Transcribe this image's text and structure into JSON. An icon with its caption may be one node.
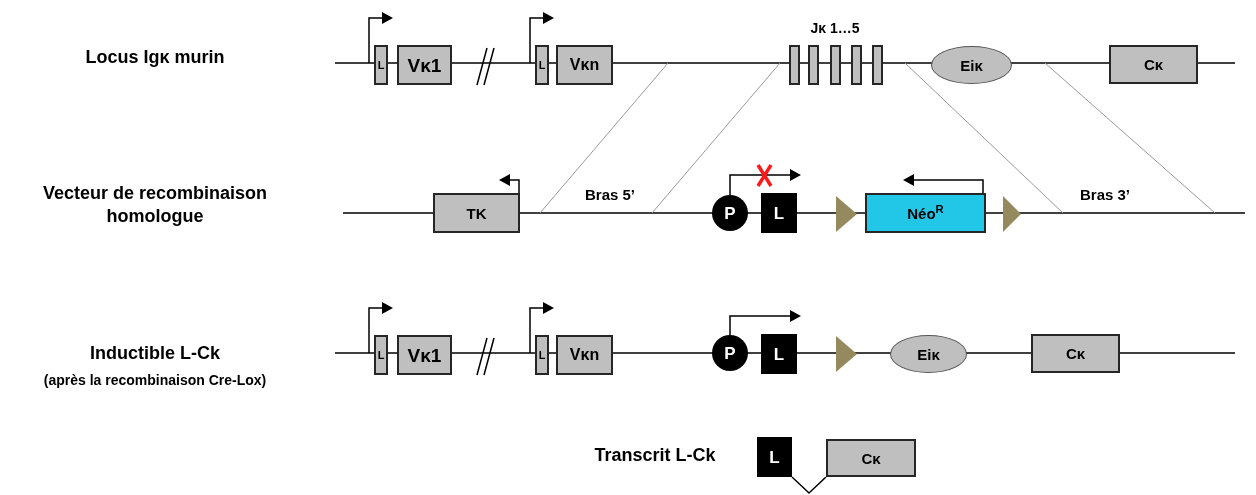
{
  "diagram": {
    "nodes": [
      {
        "text": [
          "L"
        ]
      },
      {
        "text": [
          "Vκ1"
        ]
      },
      {
        "text": [
          "L"
        ]
      },
      {
        "text": [
          "Vκn"
        ]
      },
      {
        "text": [],
        "shape": "box"
      },
      {
        "text": [],
        "shape": "box"
      },
      {
        "text": [],
        "shape": "box"
      },
      {
        "text": [],
        "shape": "box"
      },
      {
        "text": [],
        "shape": "box"
      },
      {
        "text": [
          "Eiκ"
        ]
      },
      {
        "text": [
          "Cκ"
        ]
      },
      {
        "text": [
          "TK"
        ]
      },
      {
        "text": [
          "P"
        ]
      },
      {
        "text": [
          "L"
        ]
      },
      {
        "text": [],
        "shape": "triangle"
      },
      {
        "text": [
          "Néo$^{R}$"
        ]
      },
      {
        "text": [],
        "shape": "triangle"
      },
      {
        "text": [
          "L"
        ]
      },
      {
        "text": [
          "Vκ1"
        ]
      },
      {
        "text": [
          "L"
        ]
      },
      {
        "text": [
          "Vκn"
        ]
      },
      {
        "text": [
          "P"
        ]
      },
      {
        "text": [
          "L"
        ]
      },
      {
        "text": [],
        "shape": "triangle"
      },
      {
        "text": [
          "Eiκ"
        ]
      },
      {
        "text": [
          "Cκ"
        ]
      },
      {
        "text": [
          "L"
        ]
      },
      {
        "text": [
          "Cκ"
        ]
      }
    ],
    "edges": [
      {
        "from": 26,
        "to": 27,
        "arrow": "none"
      }
    ],
    "labels": [
      "Locus Igκ murin",
      "Jκ 1…5",
      "Vecteur de recombinaison homologue",
      "Bras 5’",
      "Bras 3’",
      "Inductible L-Ck",
      "(après la recombinaison Cre-Lox)",
      "Transcrit L-Ck"
    ]
  }
}
